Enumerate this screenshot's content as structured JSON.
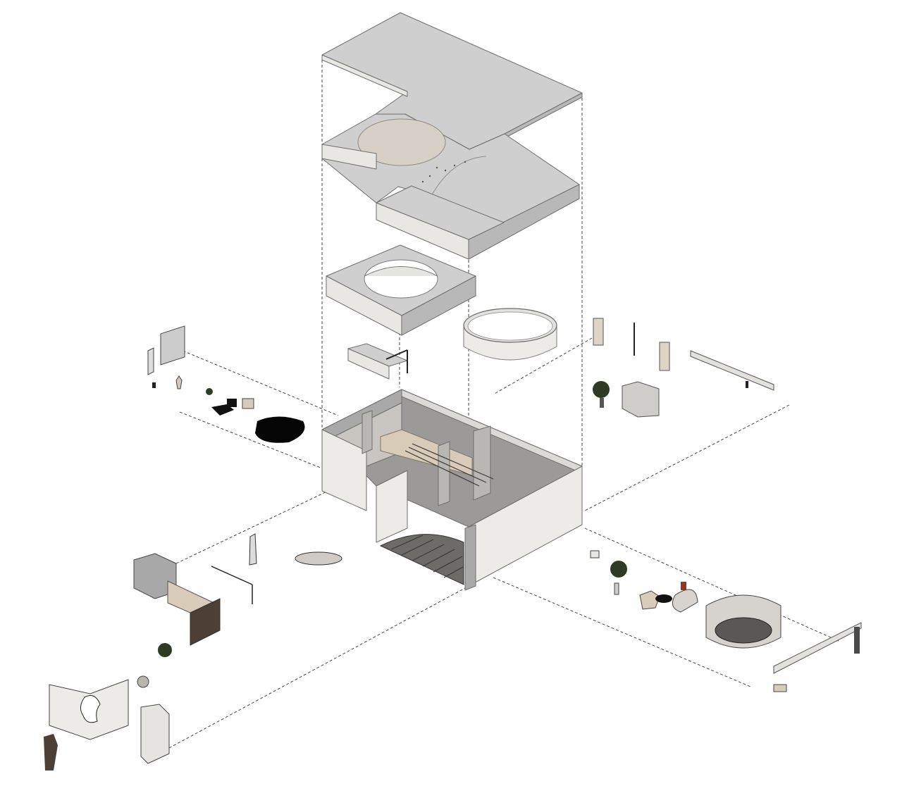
{
  "diagram": {
    "kind": "exploded-axonometric",
    "colors": {
      "background": "#ffffff",
      "concrete": "#cfcfcf",
      "plaster": "#ecebe8",
      "marble": "#d8cbb8",
      "dark_wood": "#4b3f36",
      "rug": "#050505",
      "plant": "#2f3b22",
      "guide_line": "#333333"
    },
    "parts": [
      "roof-slab",
      "ceiling-slab",
      "ring-slab",
      "cylinder-drum",
      "lintel-beam",
      "room-shell",
      "ground-plane-guides",
      "furniture-groups"
    ]
  }
}
